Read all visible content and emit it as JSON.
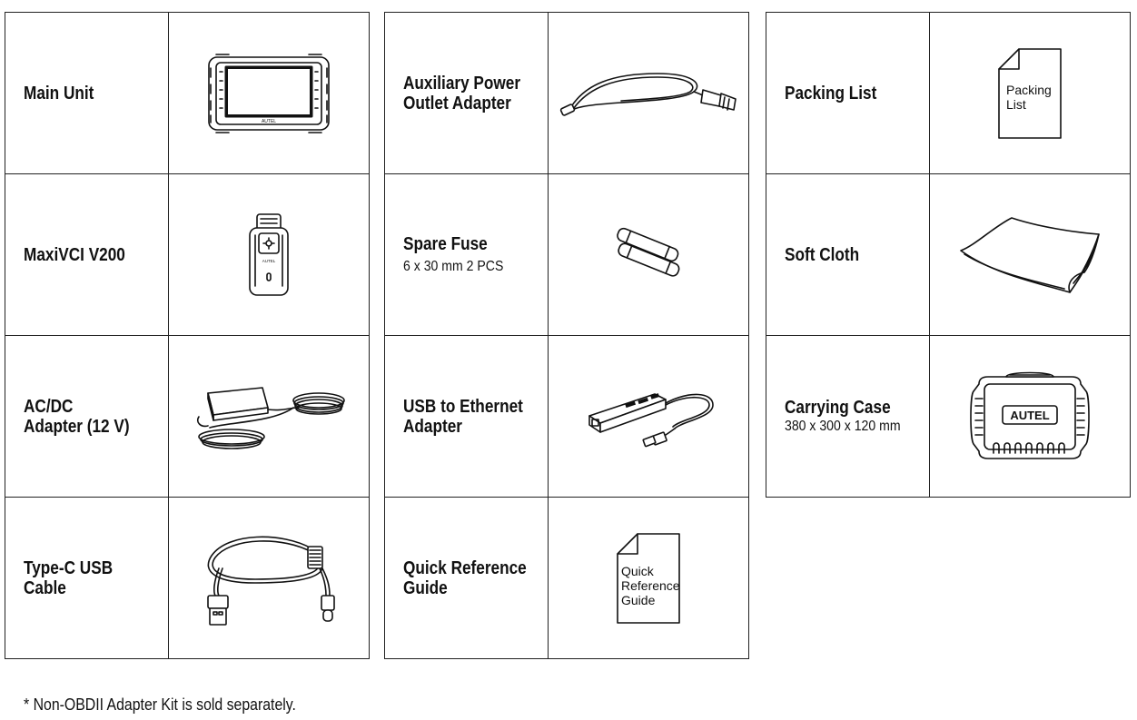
{
  "columns": [
    {
      "items": [
        {
          "name": "Main Unit",
          "icon": "tablet-icon"
        },
        {
          "name": "MaxiVCI V200",
          "icon": "vci-icon"
        },
        {
          "name": "AC/DC\nAdapter (12 V)",
          "icon": "power-adapter-icon"
        },
        {
          "name": "Type-C USB Cable",
          "icon": "usb-cable-icon"
        }
      ]
    },
    {
      "items": [
        {
          "name": "Auxiliary Power\nOutlet Adapter",
          "icon": "car-charger-icon"
        },
        {
          "name": "Spare Fuse",
          "detail": "6 x 30 mm  2 PCS",
          "icon": "fuse-icon"
        },
        {
          "name": "USB to Ethernet\nAdapter",
          "icon": "ethernet-adapter-icon"
        },
        {
          "name": "Quick Reference\nGuide",
          "icon": "document-icon"
        }
      ]
    },
    {
      "items": [
        {
          "name": "Packing List",
          "icon": "document-icon"
        },
        {
          "name": "Soft Cloth",
          "icon": "cloth-icon"
        },
        {
          "name": "Carrying Case",
          "detail": "380 x 300 x 120 mm",
          "icon": "carrying-case-icon"
        }
      ]
    }
  ],
  "images": {
    "tablet_brand": "AUTEL",
    "vci_brand": "AUTEL",
    "case_brand": "AUTEL",
    "packing_doc": [
      "Packing",
      "List"
    ],
    "guide_doc": [
      "Quick",
      "Reference",
      "Guide"
    ]
  },
  "footnote": "* Non-OBDII Adapter Kit is sold separately."
}
